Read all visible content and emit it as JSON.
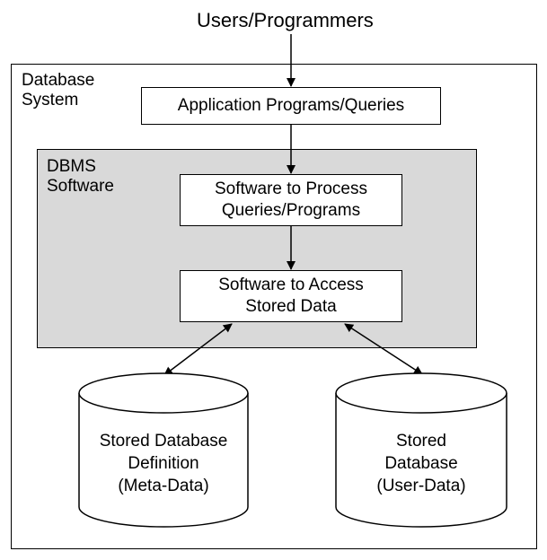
{
  "top_label": "Users/Programmers",
  "database_system": {
    "line1": "Database",
    "line2": "System"
  },
  "app_box": {
    "label": "Application Programs/Queries"
  },
  "dbms": {
    "line1": "DBMS",
    "line2": "Software"
  },
  "process_box": {
    "line1": "Software to Process",
    "line2": "Queries/Programs"
  },
  "access_box": {
    "line1": "Software to Access",
    "line2": "Stored Data"
  },
  "meta_store": {
    "line1": "Stored Database",
    "line2": "Definition",
    "line3": "(Meta-Data)"
  },
  "user_store": {
    "line1": "Stored",
    "line2": "Database",
    "line3": "(User-Data)"
  },
  "colors": {
    "dbms_fill": "#d9d9d9",
    "stroke": "#000000",
    "background": "#ffffff"
  }
}
